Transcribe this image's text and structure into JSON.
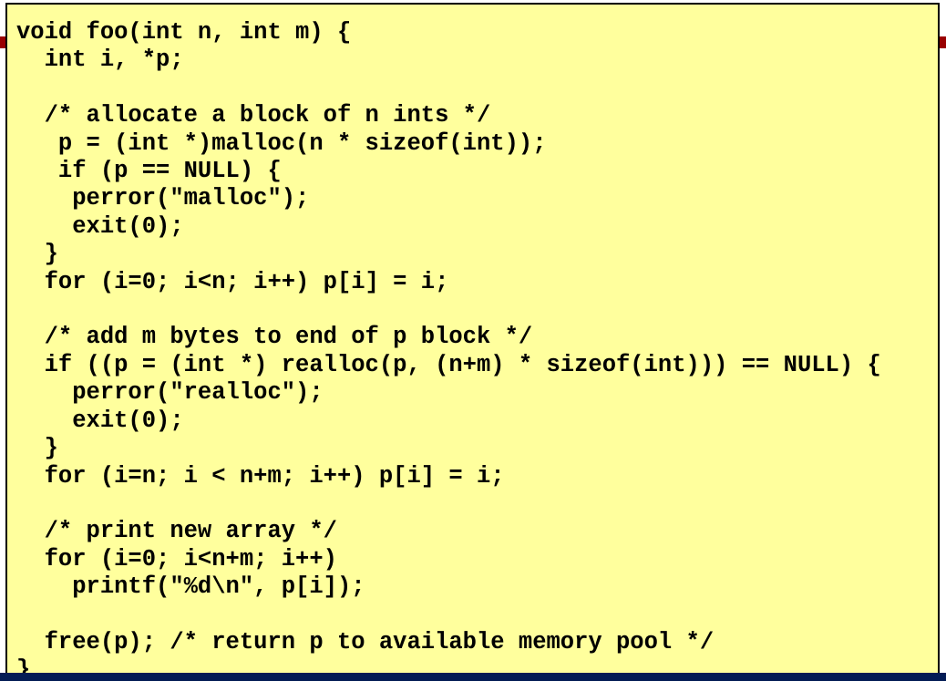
{
  "slide": {
    "kind": "code-example-slide"
  },
  "code": {
    "language": "c",
    "lines": [
      "void foo(int n, int m) {",
      "  int i, *p;",
      "",
      "  /* allocate a block of n ints */",
      "   p = (int *)malloc(n * sizeof(int));",
      "   if (p == NULL) {",
      "    perror(\"malloc\");",
      "    exit(0);",
      "  }",
      "  for (i=0; i<n; i++) p[i] = i;",
      "",
      "  /* add m bytes to end of p block */",
      "  if ((p = (int *) realloc(p, (n+m) * sizeof(int))) == NULL) {",
      "    perror(\"realloc\");",
      "    exit(0);",
      "  }",
      "  for (i=n; i < n+m; i++) p[i] = i;",
      "",
      "  /* print new array */",
      "  for (i=0; i<n+m; i++)",
      "    printf(\"%d\\n\", p[i]);",
      "",
      "  free(p); /* return p to available memory pool */",
      "}"
    ]
  },
  "colors": {
    "panel_yellow": "#FFFF9D",
    "panel_border": "#000000",
    "rule_red": "#990000",
    "bar_navy": "#031C55",
    "code_text": "#000000"
  }
}
